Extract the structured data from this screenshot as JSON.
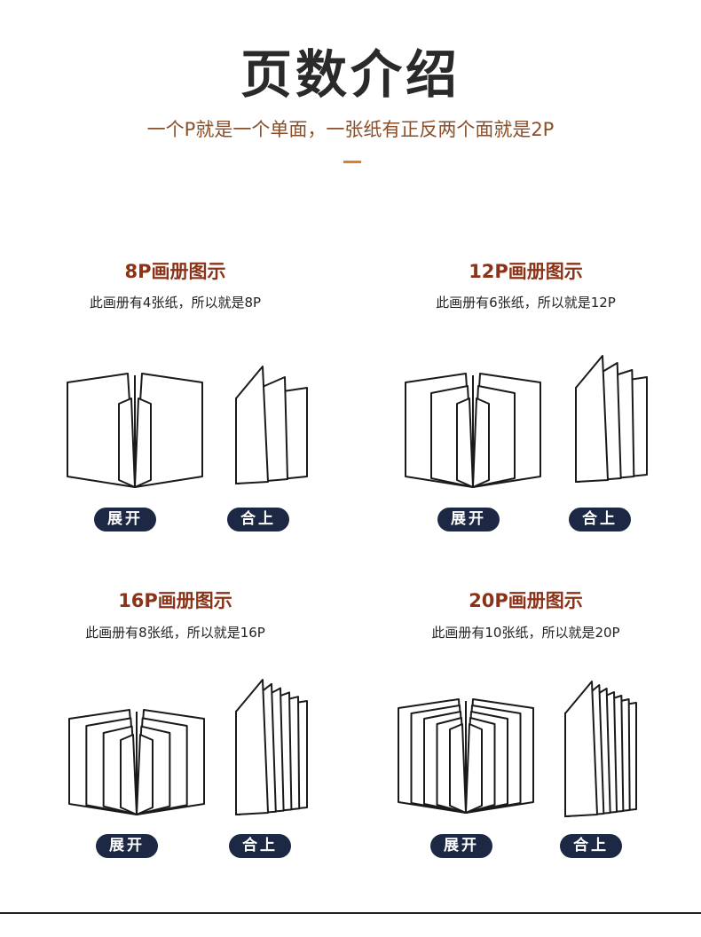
{
  "header": {
    "title": "页数介绍",
    "subtitle": "一个P就是一个单面，一张纸有正反两个面就是2P",
    "accent_color": "#e07f2a"
  },
  "sections": [
    {
      "title": "8P画册图示",
      "desc": "此画册有4张纸，所以就是8P",
      "sheets": 4,
      "open_label": "展开",
      "closed_label": "合上"
    },
    {
      "title": "12P画册图示",
      "desc": "此画册有6张纸，所以就是12P",
      "sheets": 6,
      "open_label": "展开",
      "closed_label": "合上"
    },
    {
      "title": "16P画册图示",
      "desc": "此画册有8张纸，所以就是16P",
      "sheets": 8,
      "open_label": "展开",
      "closed_label": "合上"
    },
    {
      "title": "20P画册图示",
      "desc": "此画册有10张纸，所以就是20P",
      "sheets": 10,
      "open_label": "展开",
      "closed_label": "合上"
    }
  ],
  "colors": {
    "title_color": "#2a2a2a",
    "subtitle_color": "#8a4f2a",
    "section_title_color": "#8b3318",
    "pill_color": "#1c2844"
  }
}
